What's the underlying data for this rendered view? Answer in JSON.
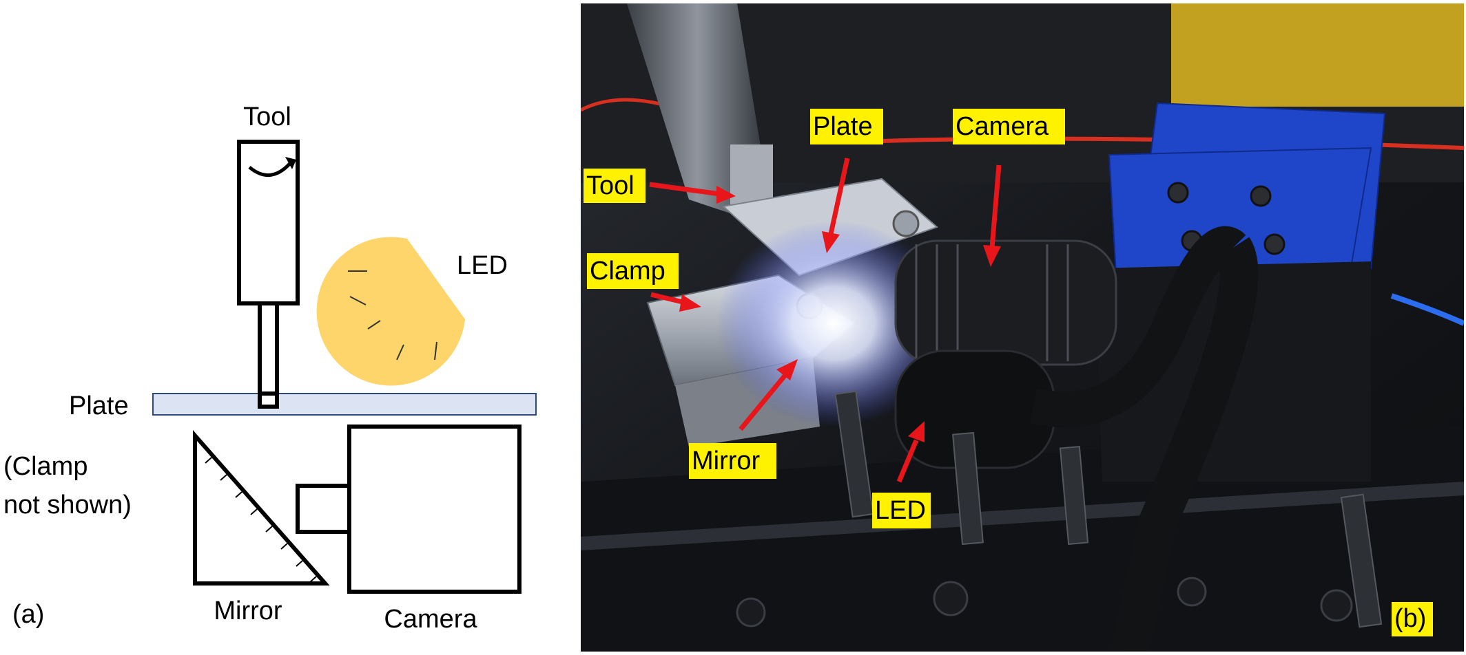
{
  "panel_a": {
    "tag": "(a)",
    "labels": {
      "tool": "Tool",
      "led": "LED",
      "plate": "Plate",
      "clamp_note_line1": "(Clamp",
      "clamp_note_line2": "not shown)",
      "mirror": "Mirror",
      "camera": "Camera"
    },
    "colors": {
      "led": "#FDD56A",
      "plate": "#DCE3F2",
      "plate_stroke": "#2F4A78"
    }
  },
  "panel_b": {
    "tag": "(b)",
    "labels": {
      "tool": "Tool",
      "plate": "Plate",
      "camera": "Camera",
      "clamp": "Clamp",
      "mirror": "Mirror",
      "led": "LED"
    },
    "colors": {
      "label_bg": "#FFF200",
      "arrow": "#E8161B",
      "fixture": "#1F45C8"
    }
  }
}
